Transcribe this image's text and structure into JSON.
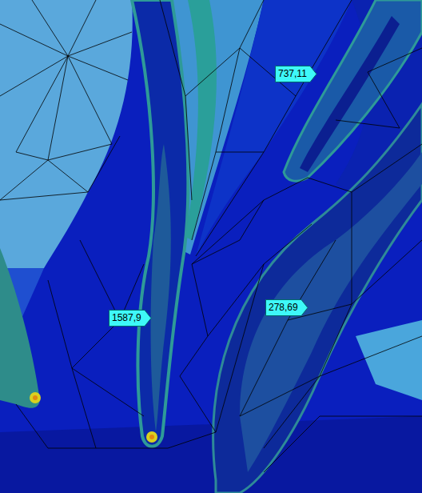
{
  "diagram": {
    "labels": [
      "737,11",
      "1587,9",
      "278,69"
    ]
  }
}
